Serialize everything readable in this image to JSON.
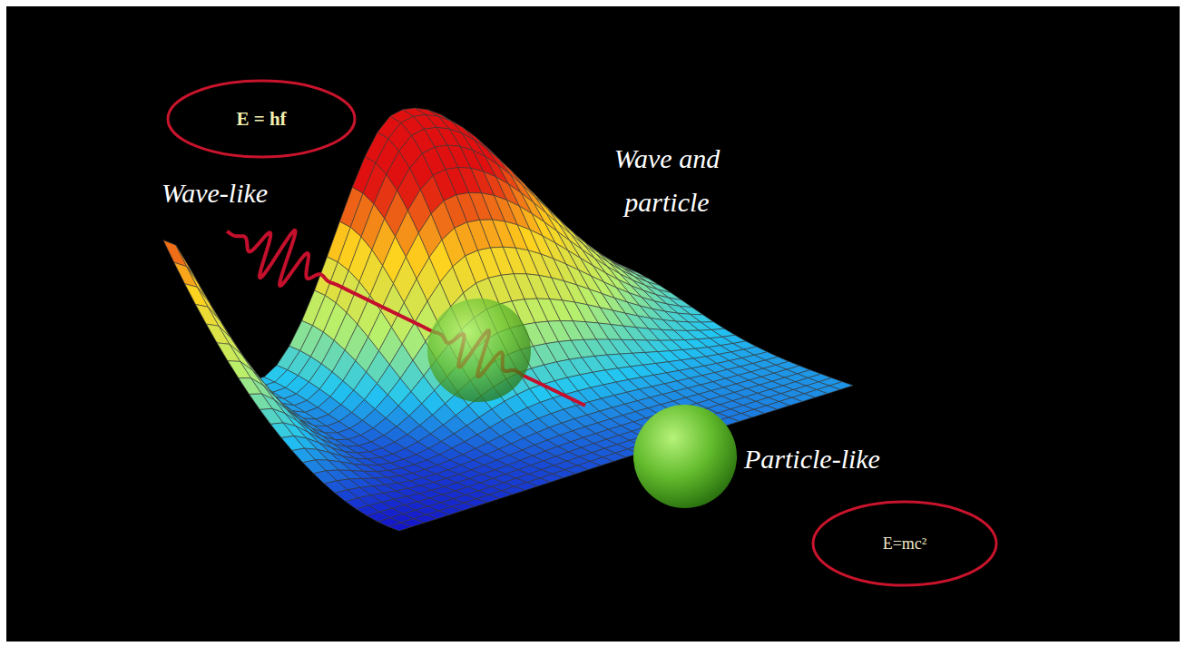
{
  "diagram": {
    "nodes": [
      {
        "text": [
          "E = hf"
        ]
      },
      {
        "text": [
          "E=mc²"
        ]
      }
    ],
    "labels": [
      "Wave-like",
      "Wave and particle",
      "Particle-like"
    ]
  }
}
